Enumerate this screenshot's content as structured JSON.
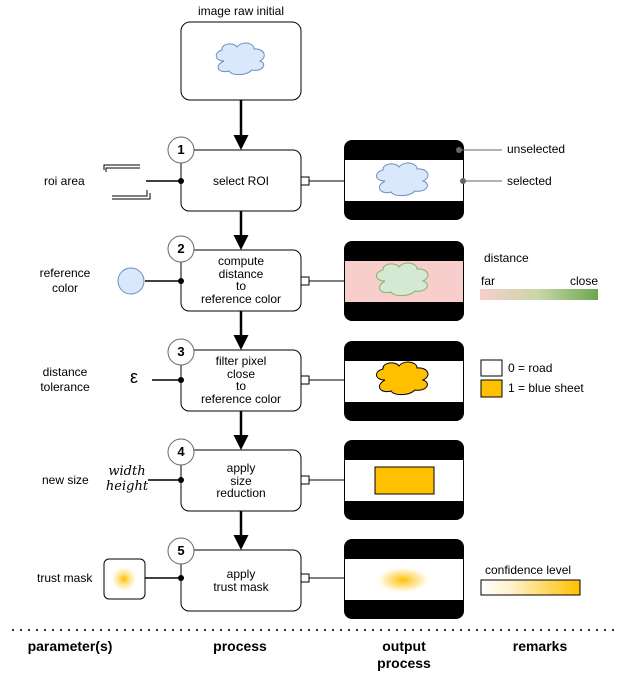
{
  "top_box": {
    "label": "image raw initial"
  },
  "steps": [
    {
      "number": "1",
      "process": [
        "select ROI"
      ],
      "param": [
        "roi area"
      ]
    },
    {
      "number": "2",
      "process": [
        "compute",
        "distance",
        "to",
        "reference color"
      ],
      "param": [
        "reference",
        "color"
      ]
    },
    {
      "number": "3",
      "process": [
        "filter pixel",
        "close",
        "to",
        "reference color"
      ],
      "param": [
        "distance",
        "tolerance"
      ]
    },
    {
      "number": "4",
      "process": [
        "apply",
        "size",
        "reduction"
      ],
      "param": [
        "new size"
      ]
    },
    {
      "number": "5",
      "process": [
        "apply",
        "trust mask"
      ],
      "param": [
        "trust mask"
      ]
    }
  ],
  "symbols": {
    "epsilon": "ε",
    "width": "width",
    "height": "height"
  },
  "remarks": {
    "unselected": "unselected",
    "selected": "selected",
    "distance": "distance",
    "far": "far",
    "close": "close",
    "road": "0 = road",
    "blue_sheet": "1 = blue sheet",
    "confidence_level": "confidence level"
  },
  "footer": {
    "parameters": "parameter(s)",
    "process": "process",
    "output_process": "output process",
    "remarks": "remarks"
  },
  "colors": {
    "cloud_fill": "#dae8fc",
    "cloud_stroke": "#6c8ebf",
    "distance_band": "#f8cecc",
    "green_cloud_fill": "#d5e8d4",
    "green_cloud_stroke": "#82b366",
    "orange": "#ffc000",
    "black": "#000000"
  }
}
